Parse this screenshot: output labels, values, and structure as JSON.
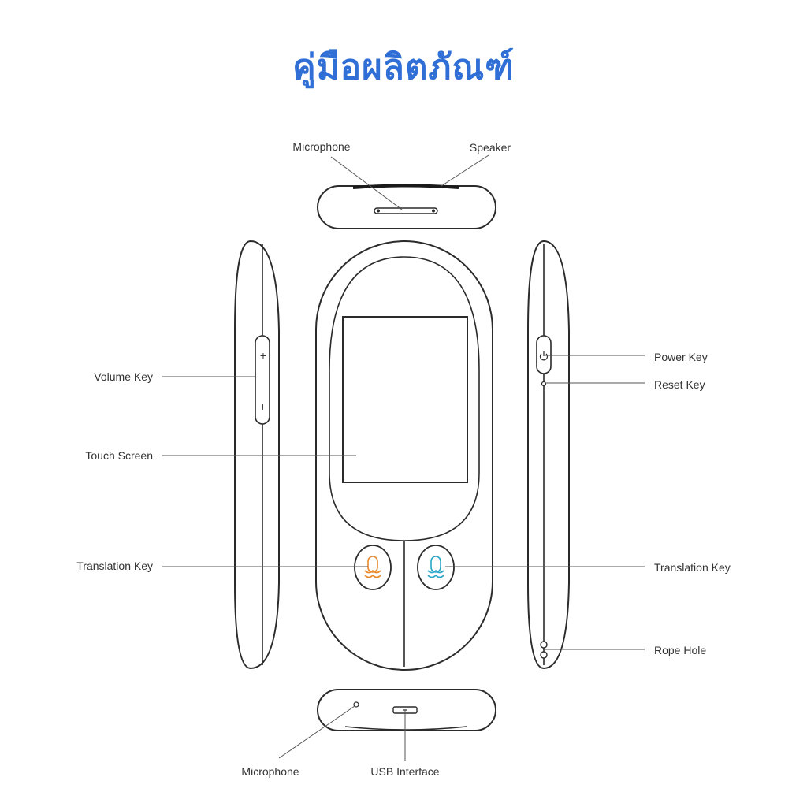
{
  "title": "คู่มือผลิตภัณฑ์",
  "labels": {
    "microphone_top": "Microphone",
    "speaker": "Speaker",
    "volume_key": "Volume Key",
    "touch_screen": "Touch Screen",
    "translation_key_left": "Translation Key",
    "translation_key_right": "Translation Key",
    "power_key": "Power Key",
    "reset_key": "Reset Key",
    "rope_hole": "Rope Hole",
    "microphone_bottom": "Microphone",
    "usb_interface": "USB Interface"
  },
  "symbols": {
    "volume_plus": "+",
    "volume_minus": "–"
  },
  "icons": {
    "power": "power-icon",
    "mic_left": "microphone-wave-icon",
    "mic_right": "microphone-wave-icon"
  },
  "colors": {
    "title": "#2f6fd6",
    "key_left": "#e8892b",
    "key_right": "#2aa6c8"
  }
}
